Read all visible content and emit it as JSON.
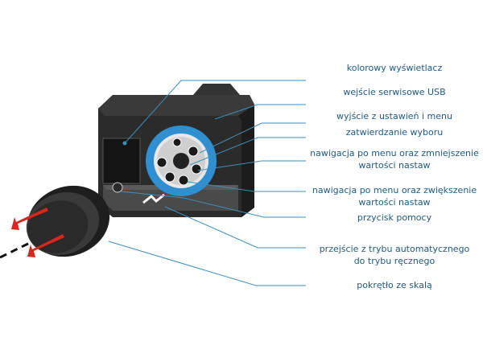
{
  "labels": [
    {
      "id": "display",
      "text": "kolorowy wyświetlacz"
    },
    {
      "id": "usb",
      "text": "wejście serwisowe USB"
    },
    {
      "id": "exit",
      "text": "wyjście z ustawień i menu"
    },
    {
      "id": "confirm",
      "text": "zatwierdzanie wyboru"
    },
    {
      "id": "nav-down",
      "lines": [
        "nawigacja po menu oraz zmniejszenie",
        "wartości nastaw"
      ]
    },
    {
      "id": "nav-up",
      "lines": [
        "nawigacja po menu oraz zwiększenie",
        "wartości nastaw"
      ]
    },
    {
      "id": "help",
      "text": "przycisk pomocy"
    },
    {
      "id": "manual",
      "lines": [
        "przejście z trybu automatycznego",
        "do trybu ręcznego"
      ]
    },
    {
      "id": "knob",
      "text": "pokrętło ze skalą"
    }
  ],
  "colors": {
    "leader": "#3d8fbc",
    "label": "#1f5a80",
    "ring": "#2f8fd0",
    "body": "#2c2c2c",
    "arrow": "#d8261d"
  }
}
